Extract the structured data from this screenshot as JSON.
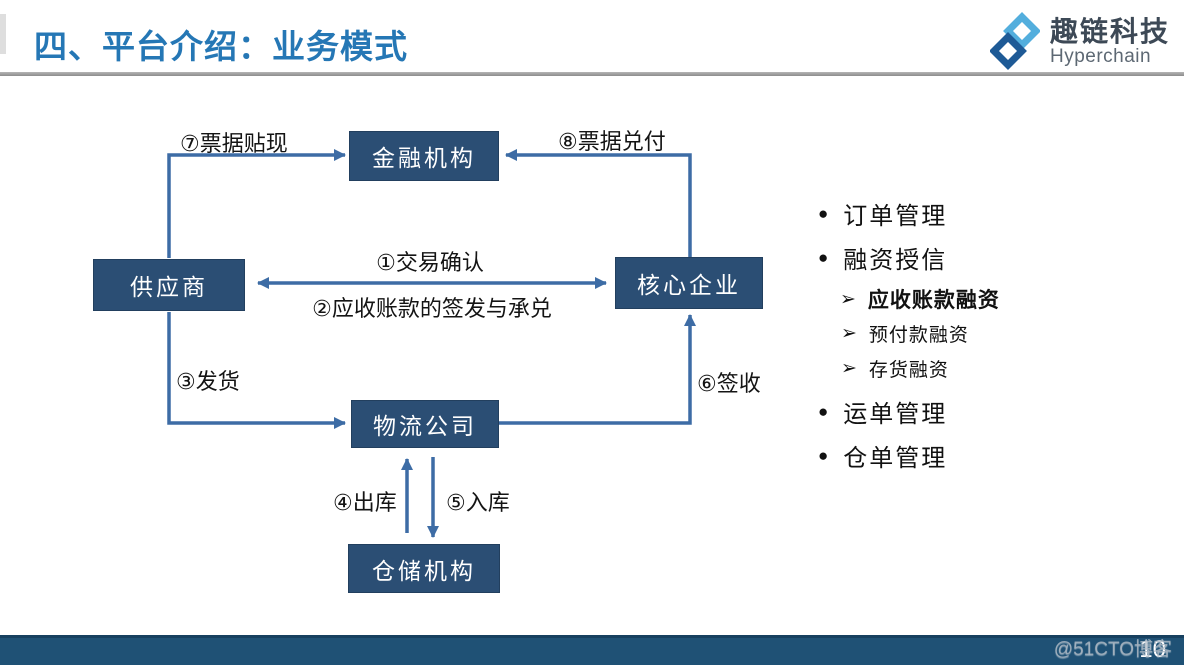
{
  "slide": {
    "title": "四、平台介绍：业务模式",
    "page_number": "10",
    "watermark": "@51CTO博客"
  },
  "logo": {
    "company_name": "趣链科技",
    "brand_name": "Hyperchain"
  },
  "diagram": {
    "nodes": {
      "financial": "金融机构",
      "supplier": "供应商",
      "core": "核心企业",
      "logistics": "物流公司",
      "warehouse": "仓储机构"
    },
    "edge_labels": {
      "l1": "①交易确认",
      "l2": "②应收账款的签发与承兑",
      "l3": "③发货",
      "l4": "④出库",
      "l5": "⑤入库",
      "l6": "⑥签收",
      "l7": "⑦票据贴现",
      "l8": "⑧票据兑付"
    }
  },
  "feature_list": {
    "bullet_icon": "●",
    "arrow_bullet_icon": "➢",
    "items": [
      {
        "label": "订单管理",
        "level": 1
      },
      {
        "label": "融资授信",
        "level": 1
      },
      {
        "label": "应收账款融资",
        "level": 2,
        "bold": true
      },
      {
        "label": "预付款融资",
        "level": 2
      },
      {
        "label": "存货融资",
        "level": 2
      },
      {
        "label": "运单管理",
        "level": 1
      },
      {
        "label": "仓单管理",
        "level": 1
      }
    ]
  },
  "colors": {
    "title_blue": "#2577B5",
    "node_fill": "#2B4E74",
    "arrow_blue": "#3D6CA5",
    "footer_bar": "#1F5175",
    "logo_dark": "#1E5A96",
    "logo_light": "#53AEDD"
  }
}
